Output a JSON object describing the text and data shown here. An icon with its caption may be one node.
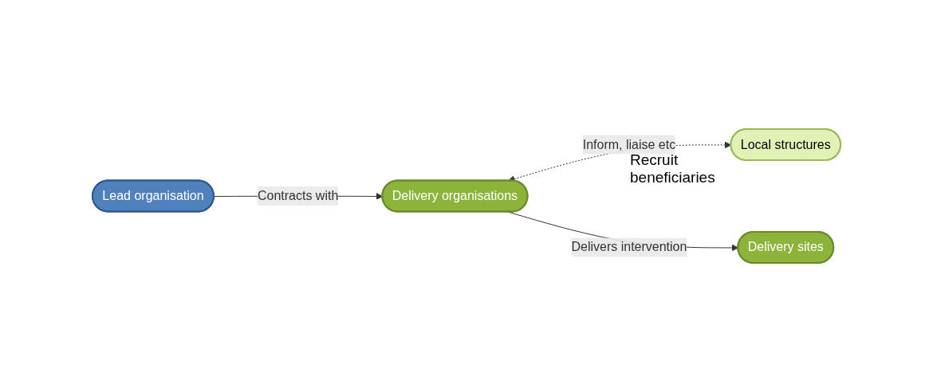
{
  "diagram": {
    "nodes": [
      {
        "text": [
          "Lead organisation"
        ]
      },
      {
        "text": [
          "Delivery organisations"
        ]
      },
      {
        "text": [
          "Local structures"
        ]
      },
      {
        "text": [
          "Delivery sites"
        ]
      }
    ],
    "edges": [
      {
        "from": 0,
        "to": 1,
        "arrow": "to",
        "label": "Contracts with"
      },
      {
        "from": 1,
        "to": 2,
        "arrow": "both",
        "style": "dashed",
        "label": "Inform, liaise etc"
      },
      {
        "from": 1,
        "to": 3,
        "arrow": "to",
        "label": "Delivers intervention"
      }
    ],
    "labels": [
      "Recruit beneficiaries"
    ]
  }
}
